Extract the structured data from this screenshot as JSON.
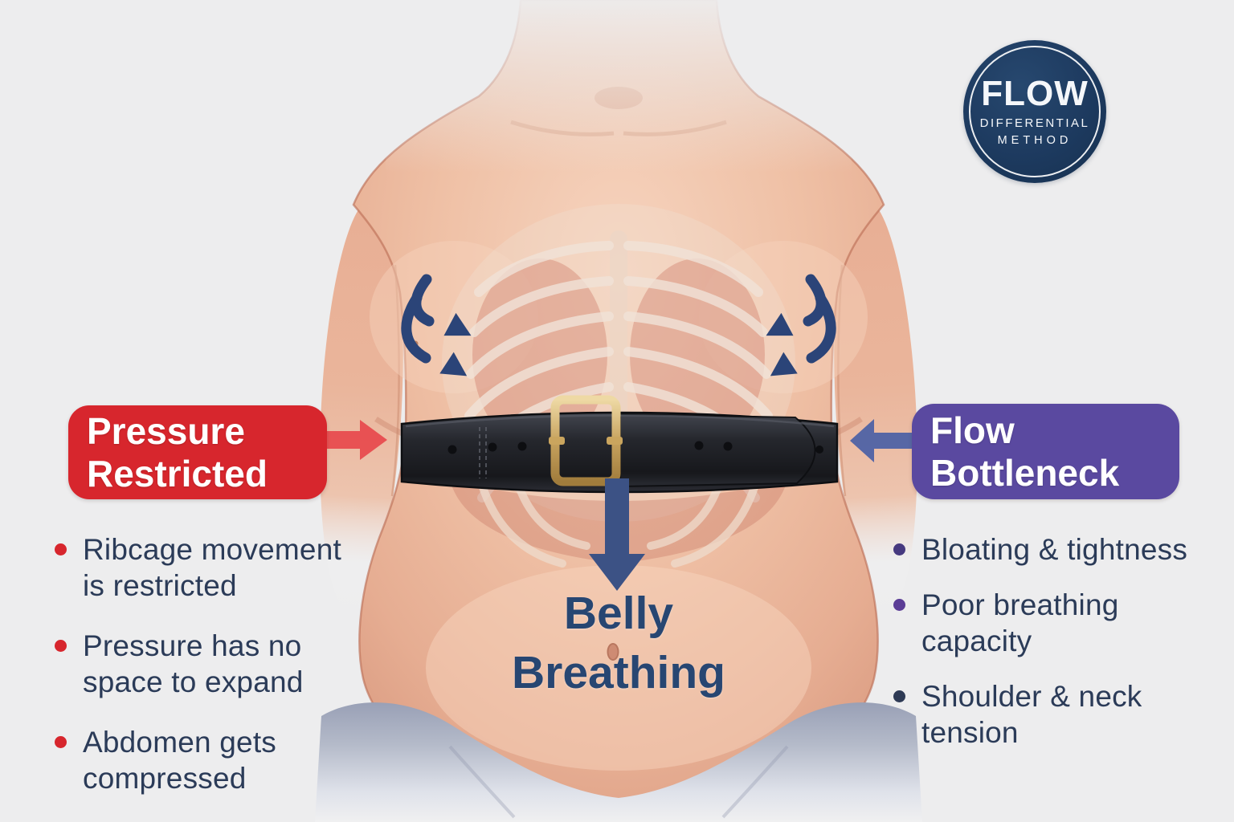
{
  "badge": {
    "line1": "FLOW",
    "line2": "DIFFERENTIAL",
    "line3": "METHOD"
  },
  "callouts": {
    "pressure": {
      "line1": "Pressure",
      "line2": "Restricted",
      "color": "#d7262d"
    },
    "flow": {
      "line1": "Flow",
      "line2": "Bottleneck",
      "color": "#5a49a0"
    },
    "belly": {
      "line1": "Belly",
      "line2": "Breathing",
      "color": "#274672"
    }
  },
  "left_list": {
    "bullet_color": "#d7262d",
    "items": [
      {
        "text": "Ribcage movement\nis restricted"
      },
      {
        "text": "Pressure has no\nspace to expand"
      },
      {
        "text": "Abdomen gets\ncompressed"
      }
    ]
  },
  "right_list": {
    "items": [
      {
        "text": "Bloating & tightness",
        "bullet_color": "#46397f"
      },
      {
        "text": "Poor breathing\ncapacity",
        "bullet_color": "#5b3d96"
      },
      {
        "text": "Shoulder & neck\ntension",
        "bullet_color": "#2e3a55"
      }
    ]
  },
  "icons": {
    "rib_arrows": "curved-arrow-down-inward",
    "belly_arrow": "arrow-down",
    "pressure_arrow": "arrow-right",
    "flow_arrow": "arrow-left"
  },
  "colors": {
    "background": "#ededee",
    "red_accent": "#d7262d",
    "red_arrow": "#e8494d",
    "purple_accent": "#5a49a0",
    "blue_arrow": "#5063a6",
    "navy_text": "#2b3b58",
    "navy_arrow": "#2b4478",
    "badge_navy": "#1d3a5f",
    "skin": "#ecb79e",
    "belt_black": "#1f2126",
    "buckle_gold": "#c7a35f",
    "pants_gray": "#a7aec1"
  }
}
